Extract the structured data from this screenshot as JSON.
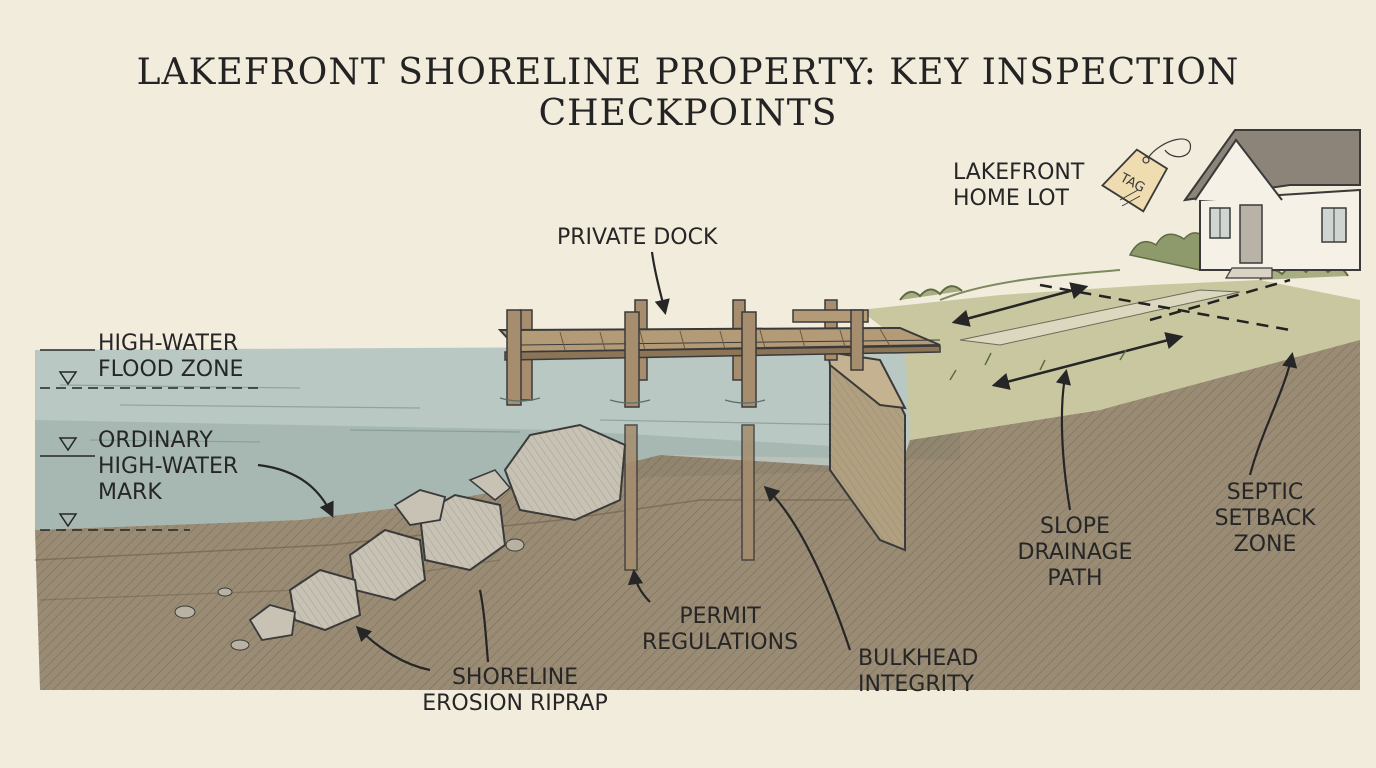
{
  "title": "LAKEFRONT SHORELINE PROPERTY: KEY INSPECTION CHECKPOINTS",
  "labels": {
    "lakefront_home_lot": [
      "LAKEFRONT",
      "HOME LOT"
    ],
    "tag": "TAG",
    "private_dock": "PRIVATE DOCK",
    "high_water_flood_zone": [
      "HIGH-WATER",
      "FLOOD ZONE"
    ],
    "ordinary_high_water_mark": [
      "ORDINARY",
      "HIGH-WATER",
      "MARK"
    ],
    "septic_setback_zone": [
      "SEPTIC",
      "SETBACK",
      "ZONE"
    ],
    "slope_drainage_path": [
      "SLOPE",
      "DRAINAGE",
      "PATH"
    ],
    "permit_regulations": [
      "PERMIT",
      "REGULATIONS"
    ],
    "bulkhead_integrity": [
      "BULKHEAD",
      "INTEGRITY"
    ],
    "shoreline_erosion_riprap": [
      "SHORELINE",
      "EROSION RIPRAP"
    ]
  },
  "colors": {
    "paper": "#f2ecdc",
    "water": "#b9c8c2",
    "water_deep": "#9fb1ab",
    "soil": "#8a7a62",
    "grass": "#c9c7a0",
    "wood": "#a58d6e",
    "rock": "#c8c2b4",
    "house": "#f5f1e6",
    "ink": "#262626"
  }
}
